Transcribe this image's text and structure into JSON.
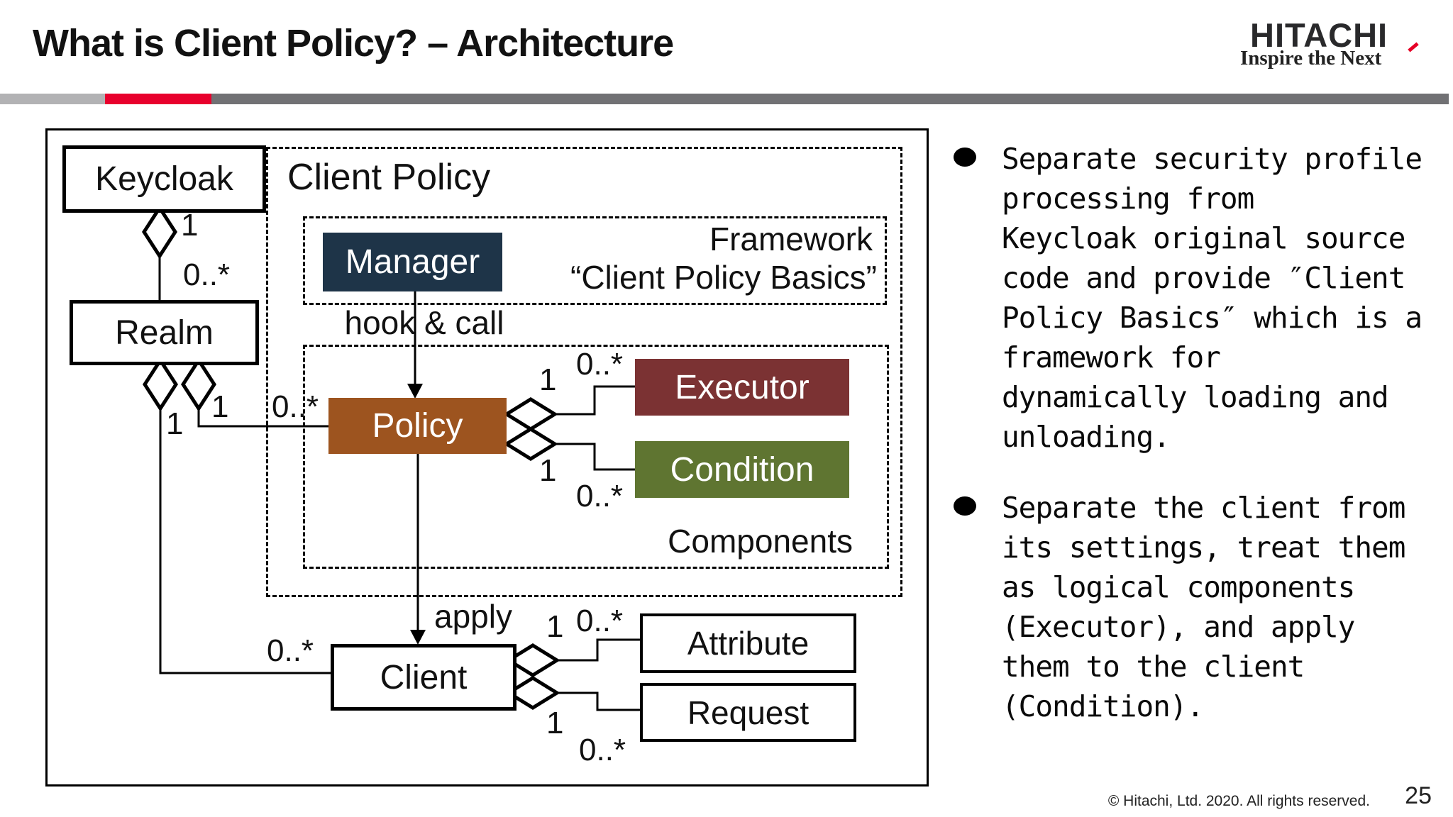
{
  "slide": {
    "title": "What is Client Policy? – Architecture",
    "logo": {
      "brand": "HITACHI",
      "tagline": "Inspire the Next"
    },
    "footer": {
      "copyright": "© Hitachi, Ltd. 2020. All rights reserved.",
      "page_number": "25"
    }
  },
  "colors": {
    "bar_light_gray": "#b2b2b4",
    "bar_red": "#e8002d",
    "bar_dark_gray": "#717174",
    "logo_red": "#e60027",
    "manager_navy": "#1e3448",
    "policy_brown": "#9d541f",
    "executor_maroon": "#7b3233",
    "condition_olive": "#5f7531"
  },
  "diagram": {
    "nodes": {
      "keycloak": "Keycloak",
      "realm": "Realm",
      "manager": "Manager",
      "policy": "Policy",
      "executor": "Executor",
      "condition": "Condition",
      "client": "Client",
      "attribute": "Attribute",
      "request": "Request"
    },
    "labels": {
      "client_policy": "Client Policy",
      "framework_line1": "Framework",
      "framework_line2": "“Client Policy Basics”",
      "components": "Components",
      "hook_call": "hook & call",
      "apply": "apply"
    },
    "multiplicities": [
      "1",
      "0..*",
      "1",
      "1",
      "0..*",
      "1",
      "0..*",
      "1",
      "0..*",
      "0..*",
      "1",
      "0..*",
      "1",
      "0..*"
    ]
  },
  "bullets": [
    "Separate security profile\nprocessing from\nKeycloak original source\ncode and provide ″Client\nPolicy Basics″ which is a\nframework for\ndynamically loading and\nunloading.",
    "Separate the client from\nits settings, treat them\nas logical components\n(Executor), and apply\nthem to the client\n(Condition)."
  ]
}
